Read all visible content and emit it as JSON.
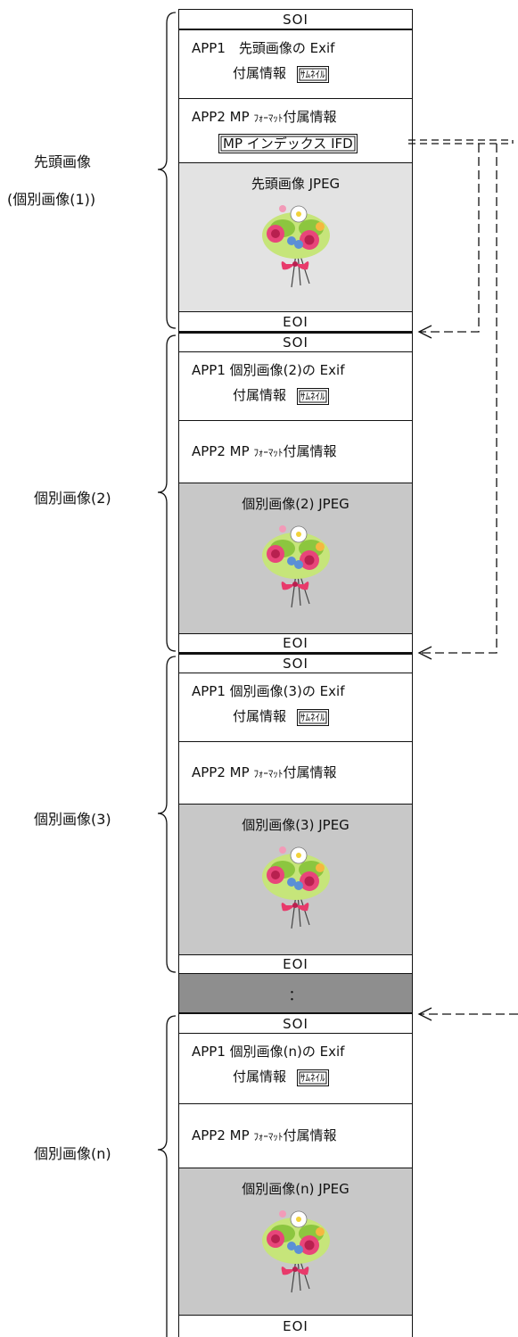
{
  "segments": {
    "soi": "SOI",
    "eoi": "EOI",
    "app2_text_prefix": "APP2 MP",
    "app2_format_small": "ﾌｫｰﾏｯﾄ",
    "app2_text_suffix": "付属情報",
    "fuzoku_line": "付属情報",
    "thumbnail_label": "ｻﾑﾈｲﾙ",
    "mp_index_ifd_label": "MP インデックス IFD",
    "ellipsis": "："
  },
  "groups": [
    {
      "side_label_line1": "先頭画像",
      "side_label_line2": "(個別画像(1))",
      "app1_line1": "APP1　先頭画像の Exif",
      "jpeg_label": "先頭画像 JPEG"
    },
    {
      "side_label_line1": "個別画像(2)",
      "app1_line1": "APP1 個別画像(2)の Exif",
      "jpeg_label": "個別画像(2) JPEG"
    },
    {
      "side_label_line1": "個別画像(3)",
      "app1_line1": "APP1 個別画像(3)の Exif",
      "jpeg_label": "個別画像(3) JPEG"
    },
    {
      "side_label_line1": "個別画像(n)",
      "app1_line1": "APP1 個別画像(n)の Exif",
      "jpeg_label": "個別画像(n) JPEG"
    }
  ]
}
